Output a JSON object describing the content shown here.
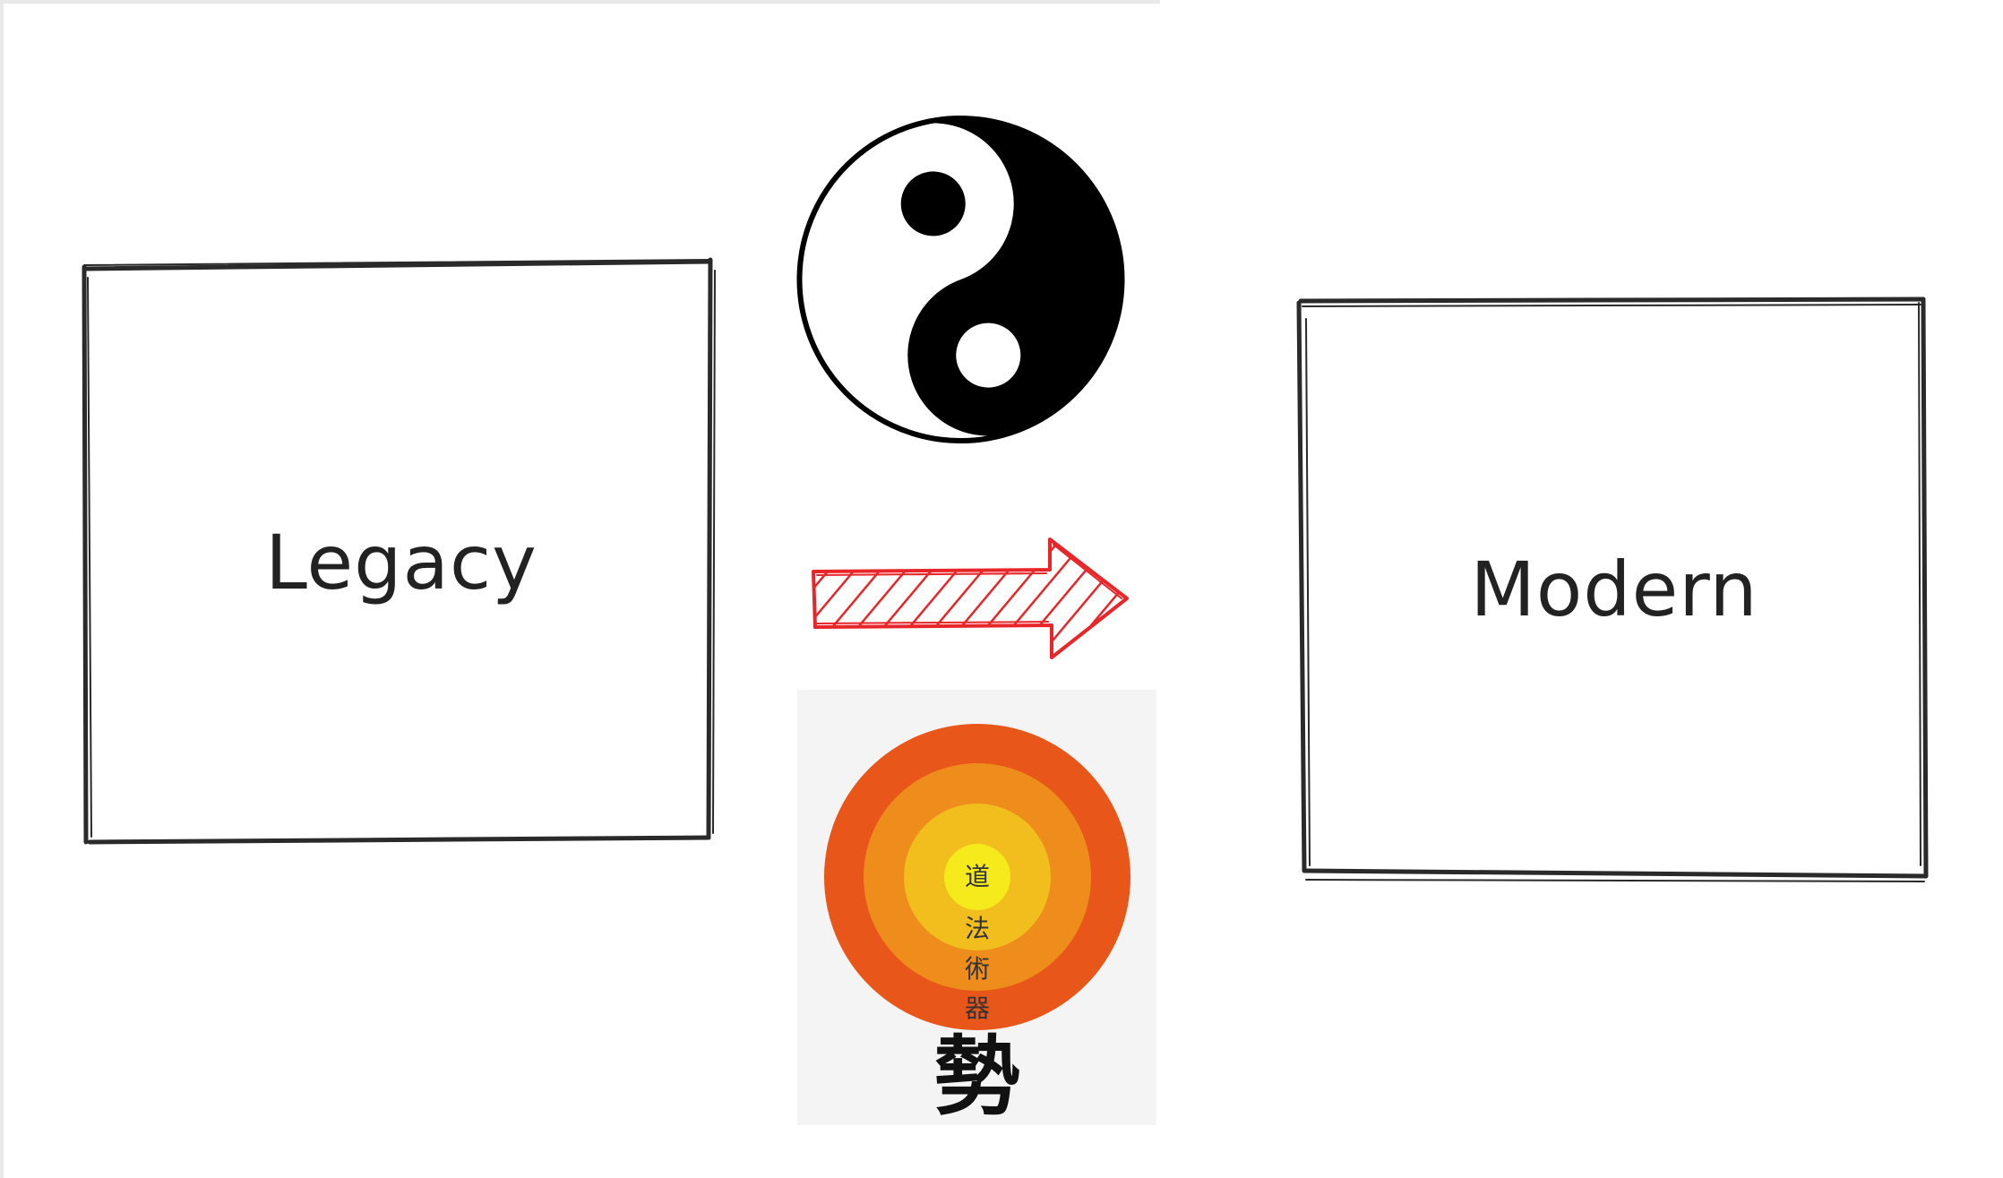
{
  "diagram": {
    "left_box": {
      "label": "Legacy"
    },
    "right_box": {
      "label": "Modern"
    },
    "transition_arrow": {
      "icon": "hatched-arrow-right-icon",
      "color": "#e8262a"
    },
    "yin_yang": {
      "icon": "yin-yang-icon",
      "colors": [
        "#000000",
        "#ffffff"
      ]
    },
    "concentric_target": {
      "ring_labels": [
        "道",
        "法",
        "術",
        "器"
      ],
      "caption": "勢",
      "ring_colors": [
        "#e8561a",
        "#ee8c1c",
        "#f2be1e",
        "#f5ea1b"
      ],
      "panel_color": "#f4f4f4"
    }
  }
}
